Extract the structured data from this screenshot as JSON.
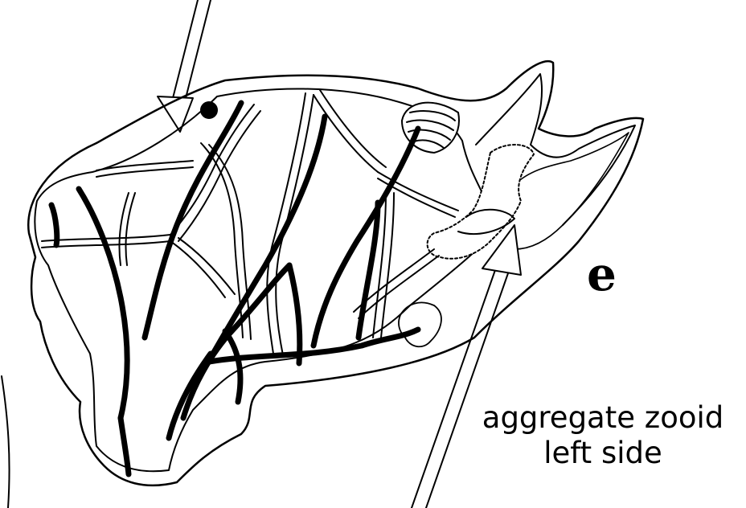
{
  "figure": {
    "panel_letter": "e",
    "caption": {
      "line1": "aggregate zooid",
      "line2": "left side"
    }
  },
  "colors": {
    "ink": "#000000",
    "paper": "#ffffff"
  }
}
